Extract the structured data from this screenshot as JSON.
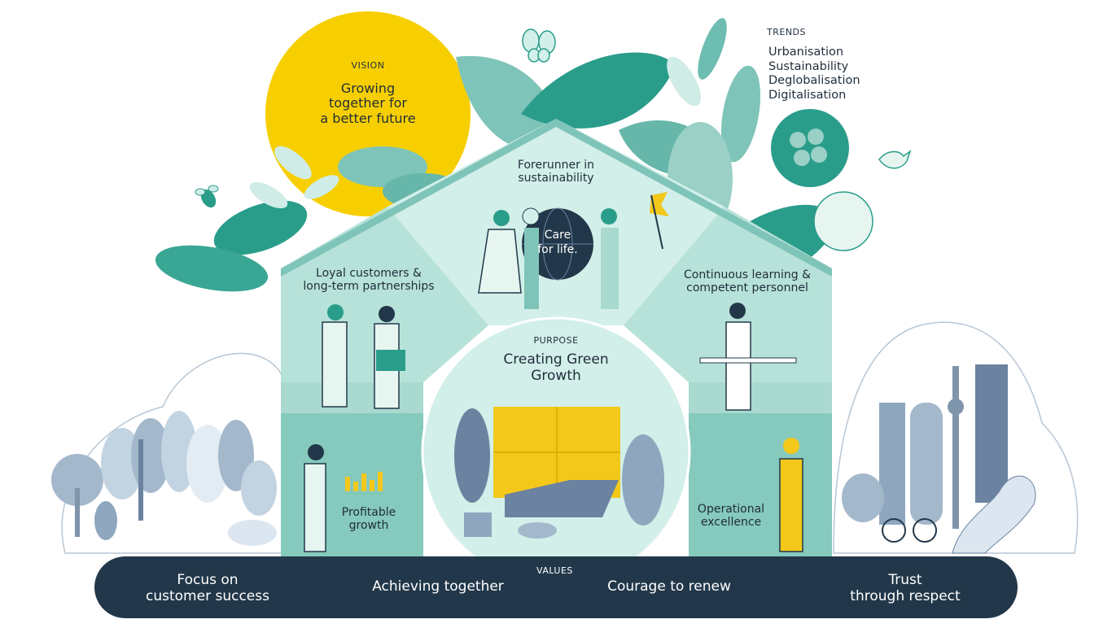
{
  "vision": {
    "label": "VISION",
    "title_lines": [
      "Growing",
      "together for",
      "a better future"
    ]
  },
  "trends": {
    "label": "TRENDS",
    "items": [
      "Urbanisation",
      "Sustainability",
      "Deglobalisation",
      "Digitalisation"
    ]
  },
  "roof_top": {
    "lines": [
      "Forerunner in",
      "sustainability"
    ]
  },
  "left_upper": {
    "lines": [
      "Loyal customers &",
      "long-term partnerships"
    ]
  },
  "right_upper": {
    "lines": [
      "Continuous learning &",
      "competent personnel"
    ]
  },
  "left_lower": {
    "lines": [
      "Profitable",
      "growth"
    ]
  },
  "right_lower": {
    "lines": [
      "Operational",
      "excellence"
    ]
  },
  "purpose": {
    "label": "PURPOSE",
    "title_lines": [
      "Creating Green",
      "Growth"
    ]
  },
  "globe": {
    "lines": [
      "Care",
      "for life."
    ]
  },
  "values": {
    "label": "VALUES",
    "items": [
      {
        "lines": [
          "Focus on",
          "customer success"
        ]
      },
      {
        "lines": [
          "Achieving together"
        ]
      },
      {
        "lines": [
          "Courage to renew"
        ]
      },
      {
        "lines": [
          "Trust",
          "through respect"
        ]
      }
    ]
  },
  "colors": {
    "sun": "#f7cf00",
    "teal_dark": "#2a9d8a",
    "teal_mid": "#6dbdb2",
    "house_light": "#d3efe9",
    "house_mid": "#a9d9cf",
    "house_lower": "#86c9bd",
    "navy": "#22384a",
    "slate": "#9fb3c8",
    "yellow_panel": "#f3c81a"
  }
}
